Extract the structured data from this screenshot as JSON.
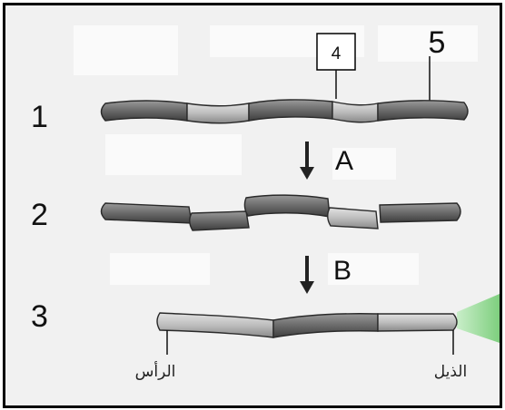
{
  "labels": {
    "box_label": "4",
    "top_label": "5",
    "row1": "1",
    "row2": "2",
    "row3": "3",
    "arrow_a": "A",
    "arrow_b": "B",
    "head": "الرأس",
    "tail": "الذيل"
  },
  "colors": {
    "border": "#000000",
    "background": "#f1f1f1",
    "strand_dark": "#6f6f6f",
    "strand_light": "#b8b8b8",
    "outline": "#2a2a2a",
    "green_tip": "#8fd98f"
  }
}
